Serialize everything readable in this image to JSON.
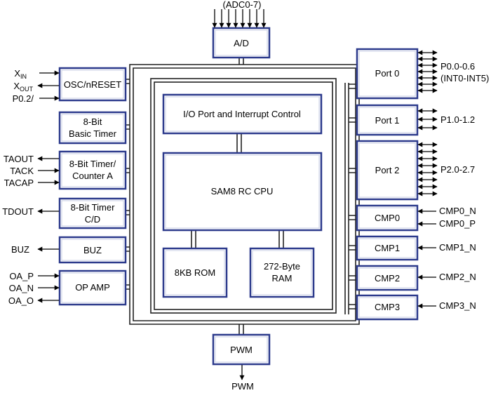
{
  "blocks": {
    "ad": "A/D",
    "osc": "OSC/nRESET",
    "basic_timer": [
      "8-Bit",
      "Basic Timer"
    ],
    "timer_a": [
      "8-Bit Timer/",
      "Counter A"
    ],
    "timer_cd": [
      "8-Bit Timer",
      "C/D"
    ],
    "buz": "BUZ",
    "op_amp": "OP AMP",
    "io_port": "I/O Port and Interrupt Control",
    "cpu": "SAM8 RC CPU",
    "rom": "8KB ROM",
    "ram": [
      "272-Byte",
      "RAM"
    ],
    "port0": "Port 0",
    "port1": "Port 1",
    "port2": "Port 2",
    "cmp0": "CMP0",
    "cmp1": "CMP1",
    "cmp2": "CMP2",
    "cmp3": "CMP3",
    "pwm": "PWM"
  },
  "signals": {
    "adc": "(ADC0-7)",
    "xin_main": "X",
    "xin_sub": "IN",
    "xout_main": "X",
    "xout_sub": "OUT",
    "p02": "P0.2/",
    "taout": "TAOUT",
    "tack": "TACK",
    "tacap": "TACAP",
    "tdout": "TDOUT",
    "buz": "BUZ",
    "oa_p": "OA_P",
    "oa_n": "OA_N",
    "oa_o": "OA_O",
    "p0_pins": [
      "P0.0-0.6",
      "(INT0-INT5)"
    ],
    "p1_pins": "P1.0-1.2",
    "p2_pins": "P2.0-2.7",
    "cmp0_n": "CMP0_N",
    "cmp0_p": "CMP0_P",
    "cmp1_n": "CMP1_N",
    "cmp2_n": "CMP2_N",
    "cmp3_n": "CMP3_N",
    "pwm_out": "PWM"
  }
}
